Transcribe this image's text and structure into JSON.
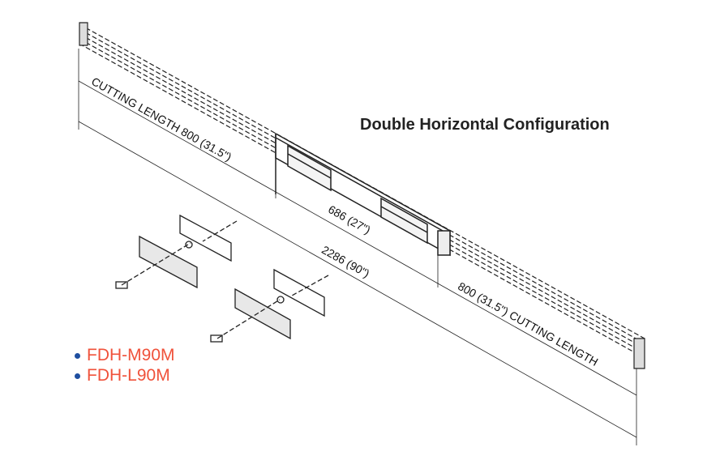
{
  "title": "Double Horizontal Configuration",
  "dimensions": {
    "cutting_left": "CUTTING LENGTH  800 (31.5\")",
    "middle": "686 (27\")",
    "total": "2286 (90\")",
    "cutting_right": "800 (31.5\")     CUTTING LENGTH"
  },
  "models": [
    "FDH-M90M",
    "FDH-L90M"
  ],
  "colors": {
    "model_text": "#f0523b",
    "bullet": "#1f4fa0"
  }
}
